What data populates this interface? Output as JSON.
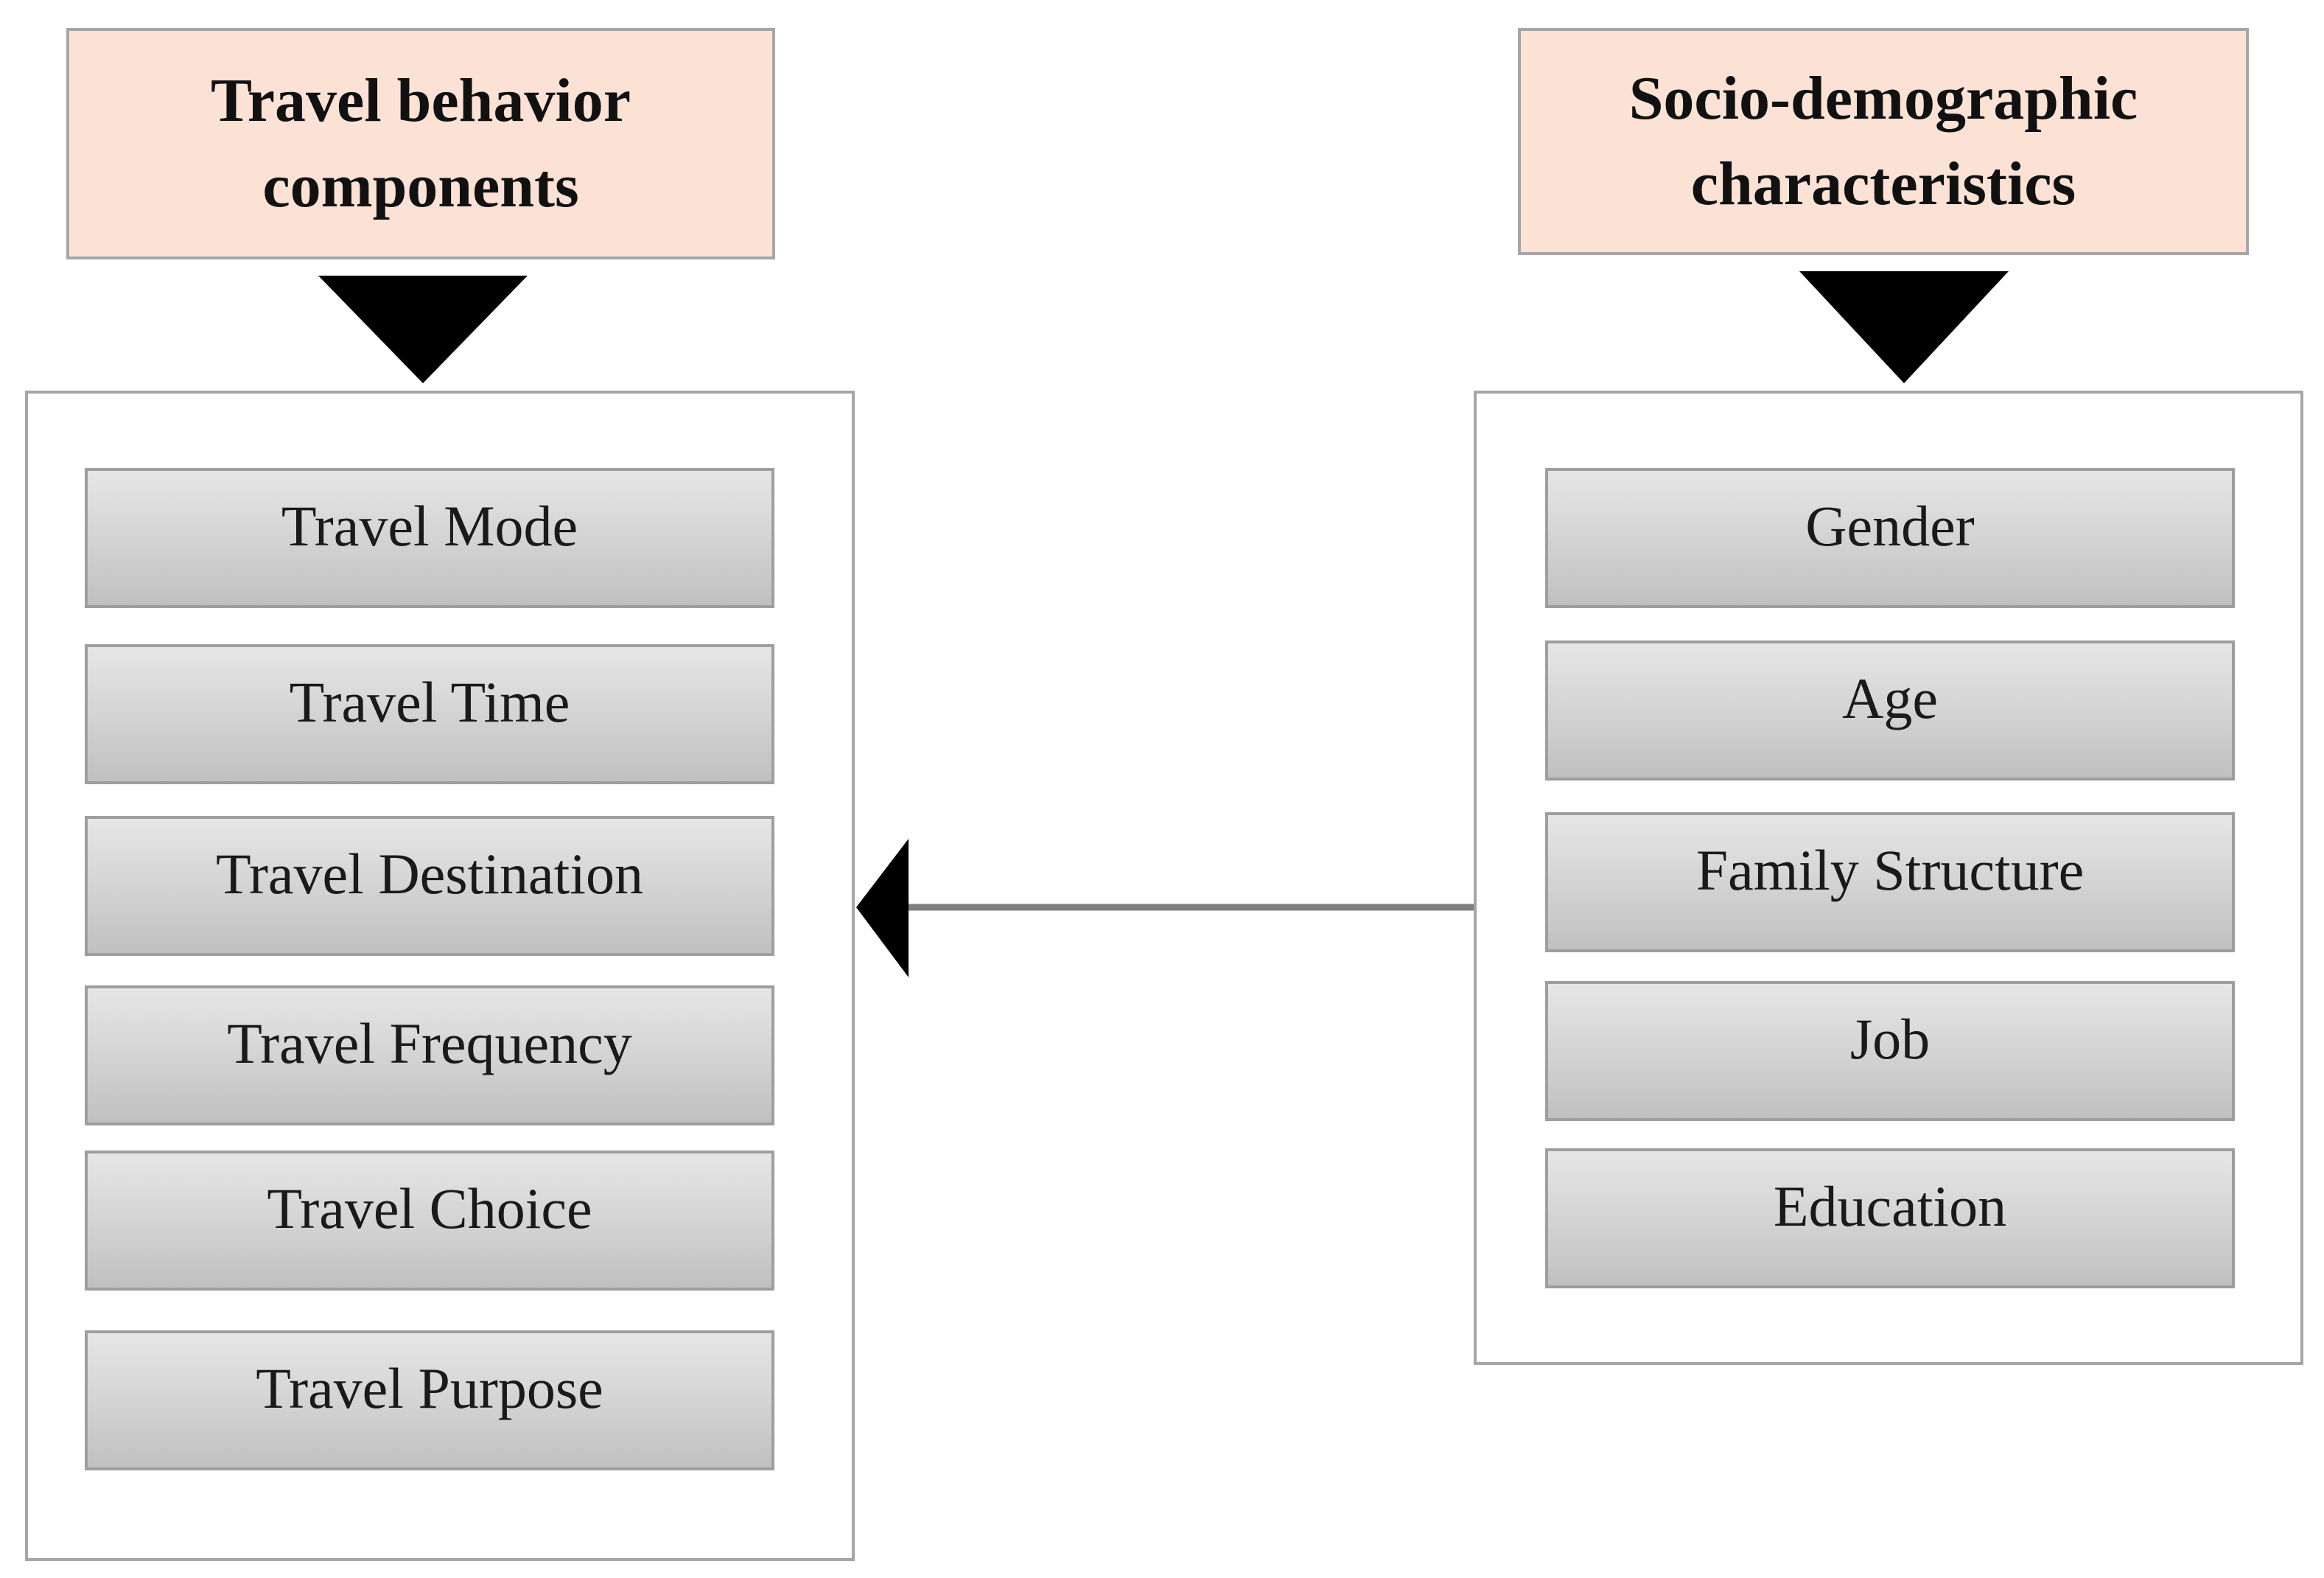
{
  "left_group": {
    "title": "Travel behavior\ncomponents",
    "items": [
      "Travel Mode",
      "Travel Time",
      "Travel Destination",
      "Travel Frequency",
      "Travel Choice",
      "Travel Purpose"
    ]
  },
  "right_group": {
    "title": "Socio-demographic\ncharacteristics",
    "items": [
      "Gender",
      "Age",
      "Family Structure",
      "Job",
      "Education"
    ]
  },
  "colors": {
    "header_fill": "#fbe2d5",
    "border": "#a6a6a6",
    "item_fill": "#d2d2d2",
    "arrow": "#000000",
    "connector": "#7f7f7f"
  }
}
